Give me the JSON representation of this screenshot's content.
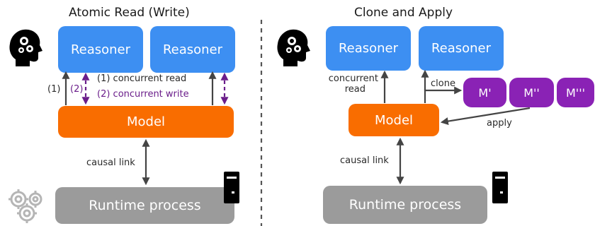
{
  "left": {
    "title": "Atomic Read (Write)",
    "reasoner_1": "Reasoner",
    "reasoner_2": "Reasoner",
    "model": "Model",
    "runtime": "Runtime process",
    "label_1": "(1)",
    "label_2": "(2)",
    "legend_read": "(1) concurrent read",
    "legend_write": "(2) concurrent write",
    "causal_link": "causal link"
  },
  "right": {
    "title": "Clone and Apply",
    "reasoner_1": "Reasoner",
    "reasoner_2": "Reasoner",
    "model": "Model",
    "runtime": "Runtime process",
    "concurrent_read": [
      "concurrent",
      "read"
    ],
    "clone": "clone",
    "apply": "apply",
    "copies": [
      "M'",
      "M''",
      "M'''"
    ],
    "causal_link": "causal link"
  },
  "colors": {
    "reasoner": "#3d8ff2",
    "model": "#f96d00",
    "runtime": "#9b9b9b",
    "model_copy": "#8a22b5",
    "write_arrow": "#6a1d8a",
    "arrow": "#444444"
  },
  "icons": [
    "head-gears-icon",
    "server-icon",
    "cogs-icon"
  ]
}
